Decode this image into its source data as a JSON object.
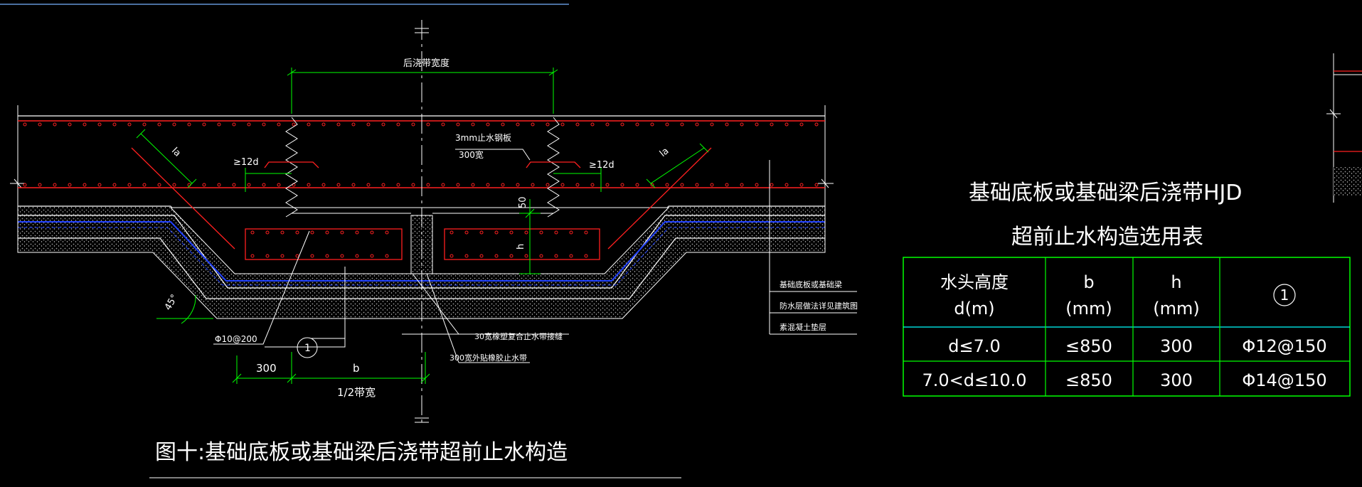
{
  "drawing": {
    "label_width": "后浇带宽度",
    "label_plate": "3mm止水钢板",
    "label_plate_w": "300宽",
    "label_12d_left": "≥12d",
    "label_12d_right": "≥12d",
    "label_la_left": "la",
    "label_la_right": "la",
    "label_50": "50",
    "label_h": "h",
    "label_45": "45°",
    "label_rebar": "Φ10@200",
    "label_circle1": "1",
    "label_300": "300",
    "label_b": "b",
    "label_half": "1/2带宽",
    "label_strip1": "30宽橡塑复合止水带接缝",
    "label_strip2": "300宽外贴橡胶止水带",
    "label_layer1": "基础底板或基础梁",
    "label_layer2": "防水层做法详见建筑图",
    "label_layer3": "素混凝土垫层",
    "caption": "图十:基础底板或基础梁后浇带超前止水构造"
  },
  "table": {
    "title_line1": "基础底板或基础梁后浇带HJD",
    "title_line2": "超前止水构造选用表",
    "headers": [
      {
        "line1": "水头高度",
        "line2": "d(m)"
      },
      {
        "line1": "b",
        "line2": "(mm)"
      },
      {
        "line1": "h",
        "line2": "(mm)"
      },
      {
        "line1": "1",
        "line2": ""
      }
    ],
    "rows": [
      [
        "d≤7.0",
        "≤850",
        "300",
        "Φ12@150"
      ],
      [
        "7.0<d≤10.0",
        "≤850",
        "300",
        "Φ14@150"
      ]
    ]
  },
  "colors": {
    "red": "#ff2020",
    "green": "#00ff00",
    "white": "#ffffff",
    "blue": "#2040ff",
    "cyan": "#00ffff",
    "hatch": "#9a9a9a"
  }
}
